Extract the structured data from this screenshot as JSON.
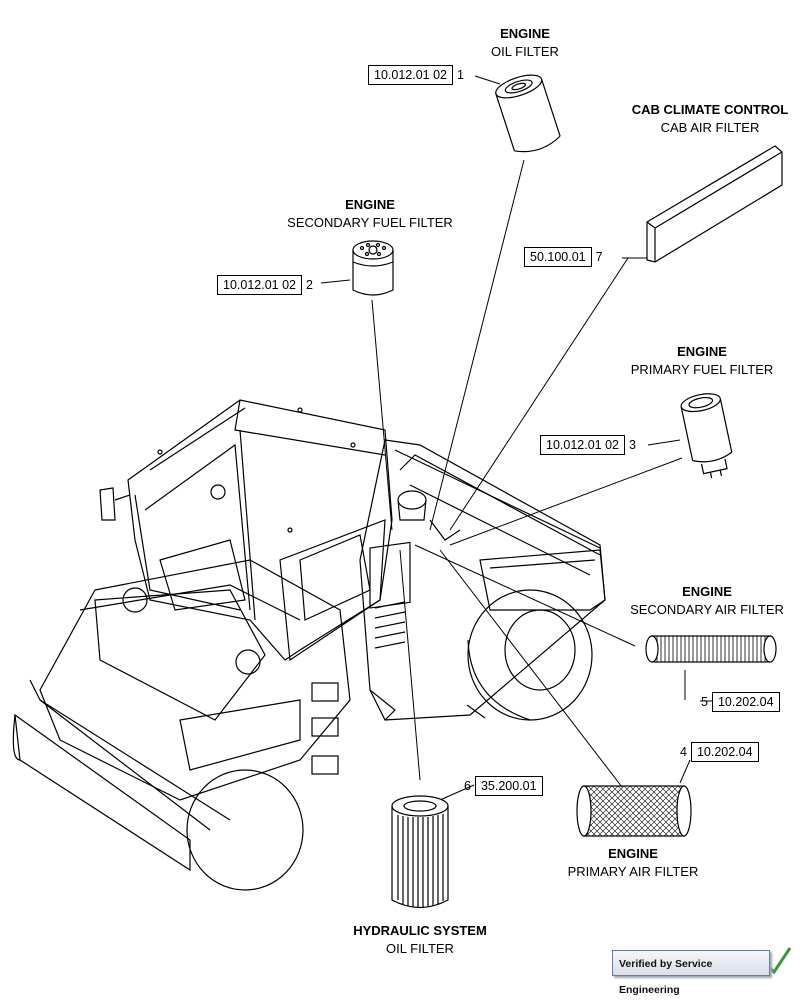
{
  "callouts": {
    "c1": {
      "header": "ENGINE",
      "name": "OIL FILTER",
      "ref": "10.012.01 02",
      "num": "1"
    },
    "c2": {
      "header": "ENGINE",
      "name": "SECONDARY FUEL FILTER",
      "ref": "10.012.01 02",
      "num": "2"
    },
    "c3": {
      "header": "ENGINE",
      "name": "PRIMARY FUEL FILTER",
      "ref": "10.012.01 02",
      "num": "3"
    },
    "c4": {
      "header": "ENGINE",
      "name": "PRIMARY AIR FILTER",
      "ref": "10.202.04",
      "num": "4"
    },
    "c5": {
      "header": "ENGINE",
      "name": "SECONDARY AIR FILTER",
      "ref": "10.202.04",
      "num": "5"
    },
    "c6": {
      "header": "HYDRAULIC SYSTEM",
      "name": "OIL FILTER",
      "ref": "35.200.01",
      "num": "6"
    },
    "c7": {
      "header": "CAB CLIMATE CONTROL",
      "name": "CAB AIR FILTER",
      "ref": "50.100.01",
      "num": "7"
    }
  },
  "badge": {
    "text": "Verified by Service Engineering",
    "icon": "checkmark-icon"
  }
}
